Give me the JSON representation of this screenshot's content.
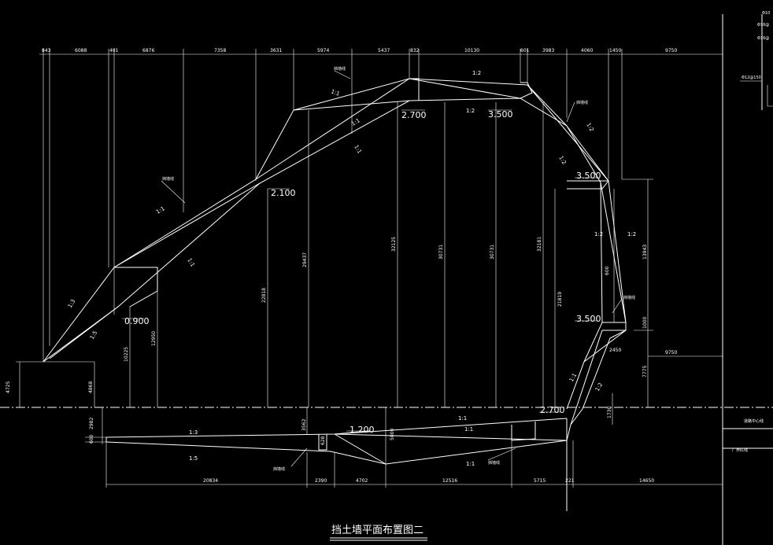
{
  "title": "挡土墙平面布置图二",
  "top_dimensions": [
    "843",
    "6088",
    "401",
    "6876",
    "7358",
    "3631",
    "5974",
    "5437",
    "832",
    "10130",
    "601",
    "3983",
    "4060",
    "1450",
    "9750"
  ],
  "bottom_dimensions": [
    "20834",
    "2390",
    "4702",
    "12516",
    "5715",
    "221",
    "14650"
  ],
  "vertical_dimensions": [
    "4725",
    "4868",
    "10225",
    "12950",
    "22818",
    "29437",
    "32125",
    "30731",
    "30731",
    "32181",
    "21819",
    "13943",
    "600",
    "1000",
    "7775",
    "1730",
    "2982",
    "600",
    "3562",
    "628",
    "5000",
    "2450"
  ],
  "horizontal_dimensions_misc": [
    "9750"
  ],
  "elevations": [
    "2.700",
    "3.500",
    "2.100",
    "0.900",
    "3.500",
    "3.500",
    "2.700",
    "1.200"
  ],
  "slopes": [
    "1:1",
    "1:2",
    "1:2",
    "1:1",
    "1:1",
    "1:1",
    "1:1",
    "1:1",
    "1:1",
    "1:3",
    "1:5",
    "1:2",
    "1:2",
    "1:2",
    "1:2",
    "1:2",
    "1:3",
    "1:5",
    "1:1",
    "1:1"
  ],
  "labels": {
    "retaining_wall": "挡墙线",
    "road_center": "道路中心线",
    "factory_boundary": "厂界红线",
    "legend": [
      "Φ10",
      "Φ16@",
      "Φ16@",
      "Φ12@150"
    ]
  }
}
